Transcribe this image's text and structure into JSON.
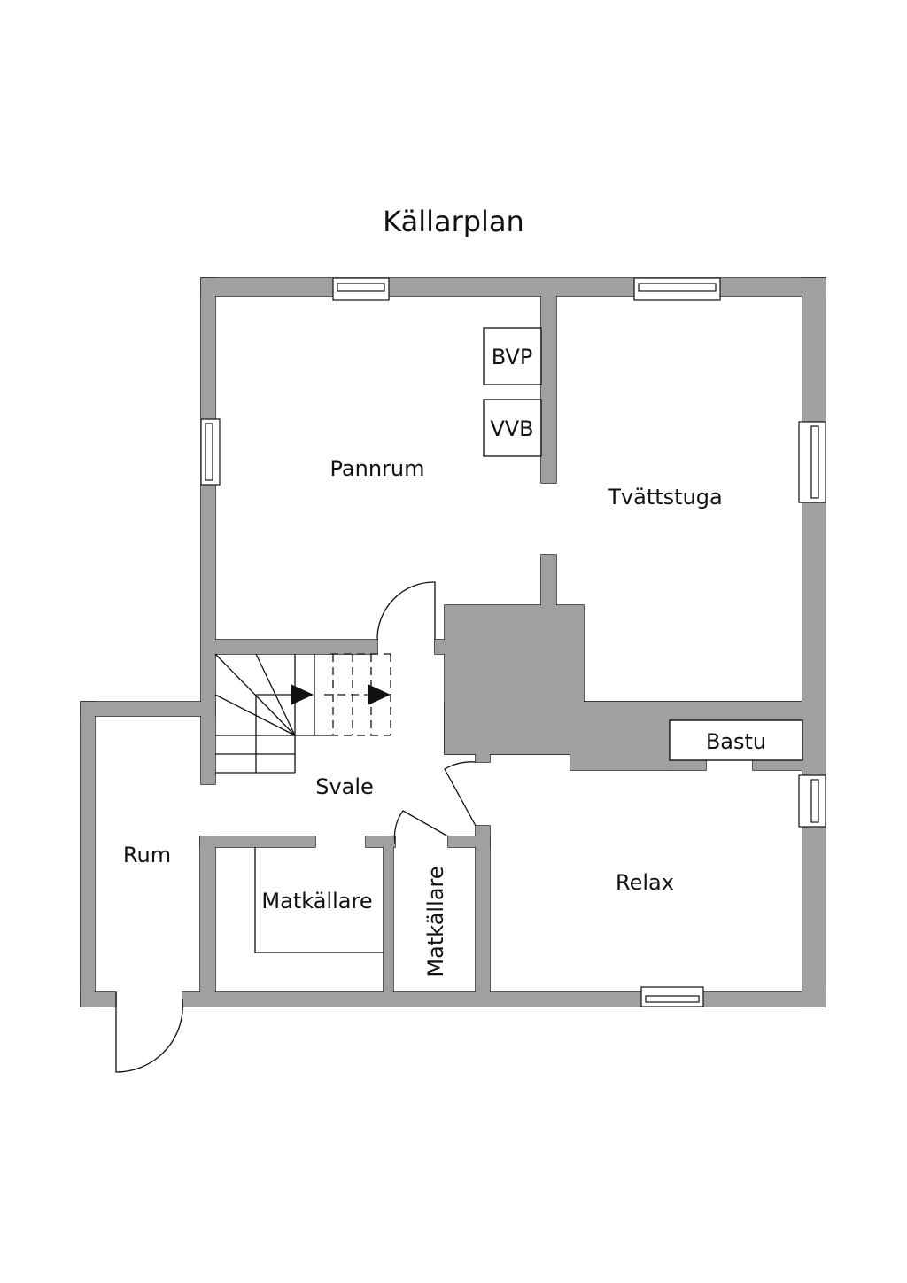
{
  "title": "Källarplan",
  "colors": {
    "wall": "#a0a0a0",
    "line": "#111111",
    "background": "#ffffff"
  },
  "rooms": {
    "pannrum": "Pannrum",
    "tvattstuga": "Tvättstuga",
    "svale": "Svale",
    "rum": "Rum",
    "matkallare_1": "Matkällare",
    "matkallare_2": "Matkällare",
    "relax": "Relax",
    "bastu": "Bastu"
  },
  "fixtures": {
    "bvp": "BVP",
    "vvb": "VVB"
  }
}
